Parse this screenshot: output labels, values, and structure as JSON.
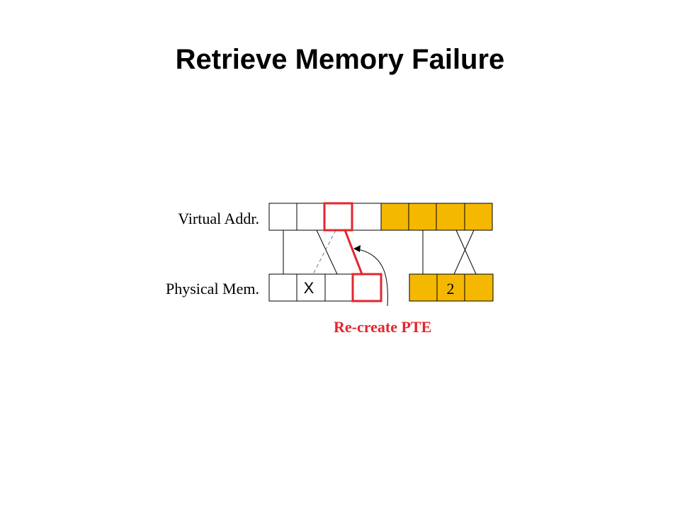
{
  "slide": {
    "title": "Retrieve Memory Failure"
  },
  "diagram": {
    "labels": {
      "virtual": "Virtual Addr.",
      "physical": "Physical Mem."
    },
    "physical_marks": {
      "failed_cell": "X",
      "page_number": "2"
    },
    "annotation": "Re-create PTE",
    "colors": {
      "mapped_fill": "#f5b800",
      "empty_fill": "#ffffff",
      "highlight": "#e3262d",
      "line": "#000000",
      "dashed": "#777777"
    }
  }
}
